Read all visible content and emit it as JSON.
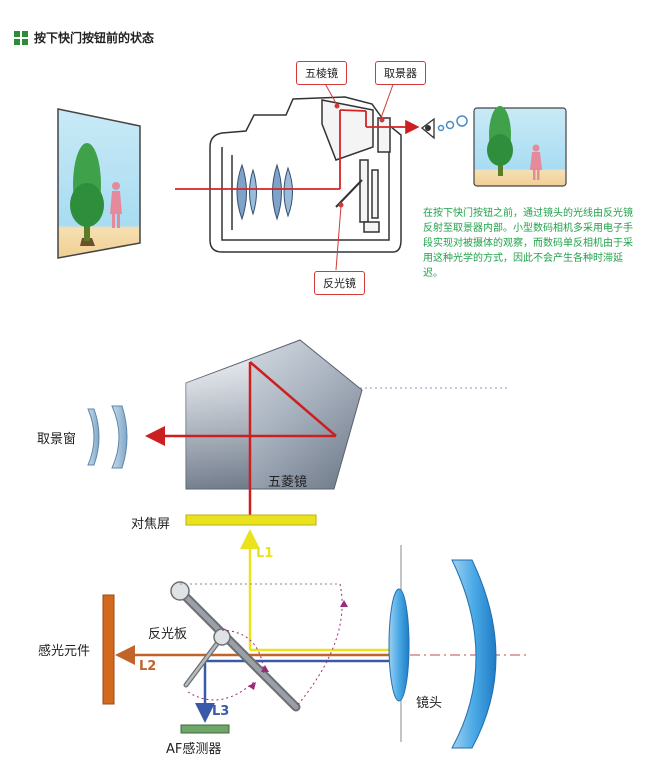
{
  "header": {
    "title": "按下快门按钮前的状态",
    "icon": "green-grid-icon"
  },
  "top_diagram": {
    "callouts": {
      "pentaprism": "五棱镜",
      "viewfinder": "取景器",
      "mirror": "反光镜"
    },
    "caption": "在按下快门按钮之前，通过镜头的光线由反光镜反射至取景器内部。小型数码相机多采用电子手段实现对被摄体的观察，而数码单反相机由于采用这种光学的方式，因此不会产生各种时滞延迟。",
    "colors": {
      "ray": "#d42424",
      "caption": "#21a24a",
      "callout_border": "#d23a3a"
    }
  },
  "bottom_diagram": {
    "labels": {
      "viewfinder_window": "取景窗",
      "pentaprism": "五菱镜",
      "focus_screen": "对焦屏",
      "reflector_plate": "反光板",
      "sensor": "感光元件",
      "lens": "镜头",
      "af_sensor": "AF感测器",
      "l1": "L1",
      "l2": "L2",
      "l3": "L3"
    },
    "colors": {
      "red_ray": "#cc1f1f",
      "yellow_ray": "#e9e21d",
      "orange_ray": "#c0642a",
      "blue_ray": "#3a5aa8",
      "focus_screen": "#e9e21d",
      "sensor": "#d2691e",
      "af_sensor": "#6fa66a",
      "lens_blue": "#3b9de0",
      "dashed_arc": "#9a2a7a"
    }
  }
}
